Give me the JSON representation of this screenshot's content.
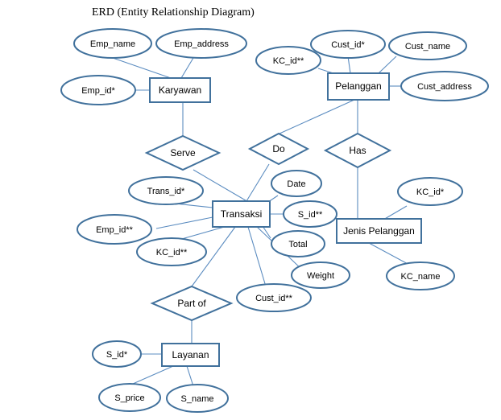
{
  "title": "ERD (Entity Relationship Diagram)",
  "entities": {
    "karyawan": "Karyawan",
    "pelanggan": "Pelanggan",
    "transaksi": "Transaksi",
    "jenis_pelanggan": "Jenis Pelanggan",
    "layanan": "Layanan"
  },
  "relationships": {
    "serve": "Serve",
    "do": "Do",
    "has": "Has",
    "part_of": "Part of"
  },
  "attributes": {
    "emp_name": "Emp_name",
    "emp_address": "Emp_address",
    "emp_id": "Emp_id*",
    "cust_id": "Cust_id*",
    "cust_name": "Cust_name",
    "kc_id_pel": "KC_id**",
    "cust_address": "Cust_address",
    "trans_id": "Trans_id*",
    "date": "Date",
    "s_id_trans": "S_id**",
    "emp_id_trans": "Emp_id**",
    "kc_id_trans": "KC_id**",
    "total": "Total",
    "weight": "Weight",
    "cust_id_trans": "Cust_id**",
    "kc_id_jenis": "KC_id*",
    "kc_name": "KC_name",
    "s_id_lay": "S_id*",
    "s_price": "S_price",
    "s_name": "S_name"
  }
}
